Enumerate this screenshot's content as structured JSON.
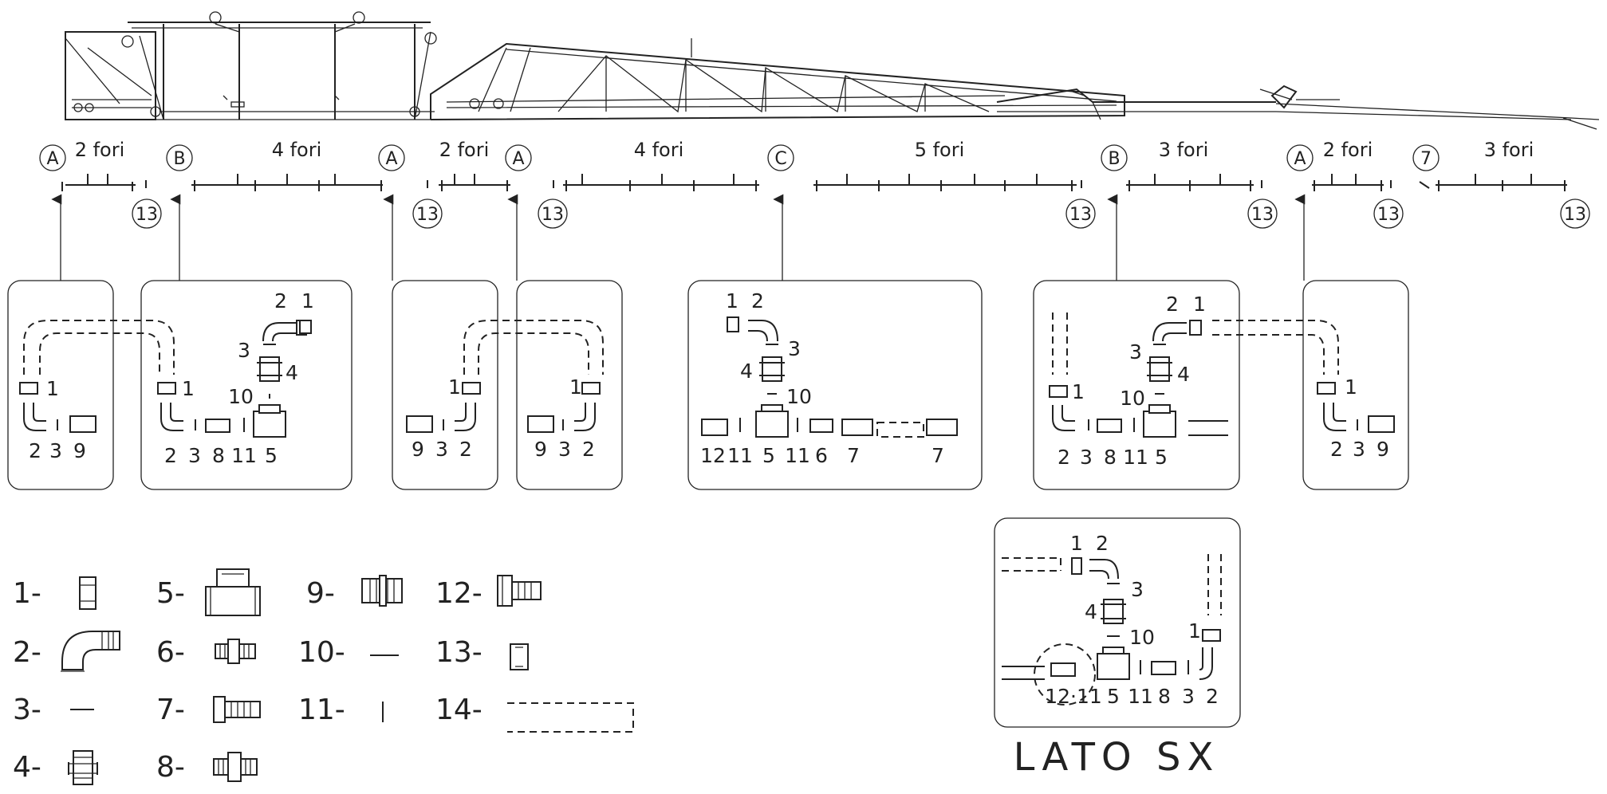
{
  "sections": [
    {
      "letter": "A",
      "fori": "2 fori",
      "end": "13"
    },
    {
      "letter": "B",
      "fori": "4 fori",
      "end": ""
    },
    {
      "letter": "A",
      "fori": "2 fori",
      "end": "13"
    },
    {
      "letter": "A",
      "fori": "4 fori",
      "end": "13"
    },
    {
      "letter": "C",
      "fori": "5 fori",
      "end": "13"
    },
    {
      "letter": "B",
      "fori": "3 fori",
      "end": "13"
    },
    {
      "letter": "A",
      "fori": "2 fori",
      "end": "13"
    },
    {
      "letter": "7",
      "fori": "3 fori",
      "end": "13"
    }
  ],
  "assemblies": {
    "box1": {
      "top": "1",
      "bottom": [
        "2",
        "3",
        "9"
      ]
    },
    "box2": {
      "top": [
        "2",
        "1",
        "3",
        "4",
        "10",
        "1"
      ],
      "bottom": [
        "2",
        "3",
        "8",
        "11",
        "5"
      ]
    },
    "box3": {
      "top": "1",
      "bottom": [
        "9",
        "3",
        "2"
      ]
    },
    "box4": {
      "top": "1",
      "bottom": [
        "9",
        "3",
        "2"
      ]
    },
    "box5": {
      "top": [
        "1",
        "2",
        "3",
        "4",
        "10"
      ],
      "bottom": [
        "12",
        "11",
        "5",
        "11",
        "6",
        "7",
        "7"
      ]
    },
    "box6": {
      "top": [
        "2",
        "1",
        "3",
        "4",
        "10",
        "1"
      ],
      "bottom": [
        "2",
        "3",
        "8",
        "11",
        "5"
      ]
    },
    "box7": {
      "top": "1",
      "bottom": [
        "2",
        "3",
        "9"
      ]
    },
    "box8": {
      "top": [
        "1",
        "2",
        "3",
        "4",
        "10",
        "1"
      ],
      "bottom": [
        "12·11",
        "5",
        "11",
        "8",
        "3",
        "2"
      ]
    }
  },
  "legend": [
    {
      "n": "1-",
      "icon": "end-cap-icon"
    },
    {
      "n": "2-",
      "icon": "elbow-icon"
    },
    {
      "n": "3-",
      "icon": "gasket-icon"
    },
    {
      "n": "4-",
      "icon": "nipple-icon"
    },
    {
      "n": "5-",
      "icon": "tee-icon"
    },
    {
      "n": "6-",
      "icon": "coupling-icon"
    },
    {
      "n": "7-",
      "icon": "hose-barb-icon"
    },
    {
      "n": "8-",
      "icon": "union-icon"
    },
    {
      "n": "9-",
      "icon": "double-fitting-icon"
    },
    {
      "n": "10-",
      "icon": "o-ring-icon"
    },
    {
      "n": "11-",
      "icon": "washer-icon"
    },
    {
      "n": "12-",
      "icon": "hose-adapter-icon"
    },
    {
      "n": "13-",
      "icon": "end-plug-icon"
    },
    {
      "n": "14-",
      "icon": "hose-dashed-icon"
    }
  ],
  "caption": "LATO SX"
}
